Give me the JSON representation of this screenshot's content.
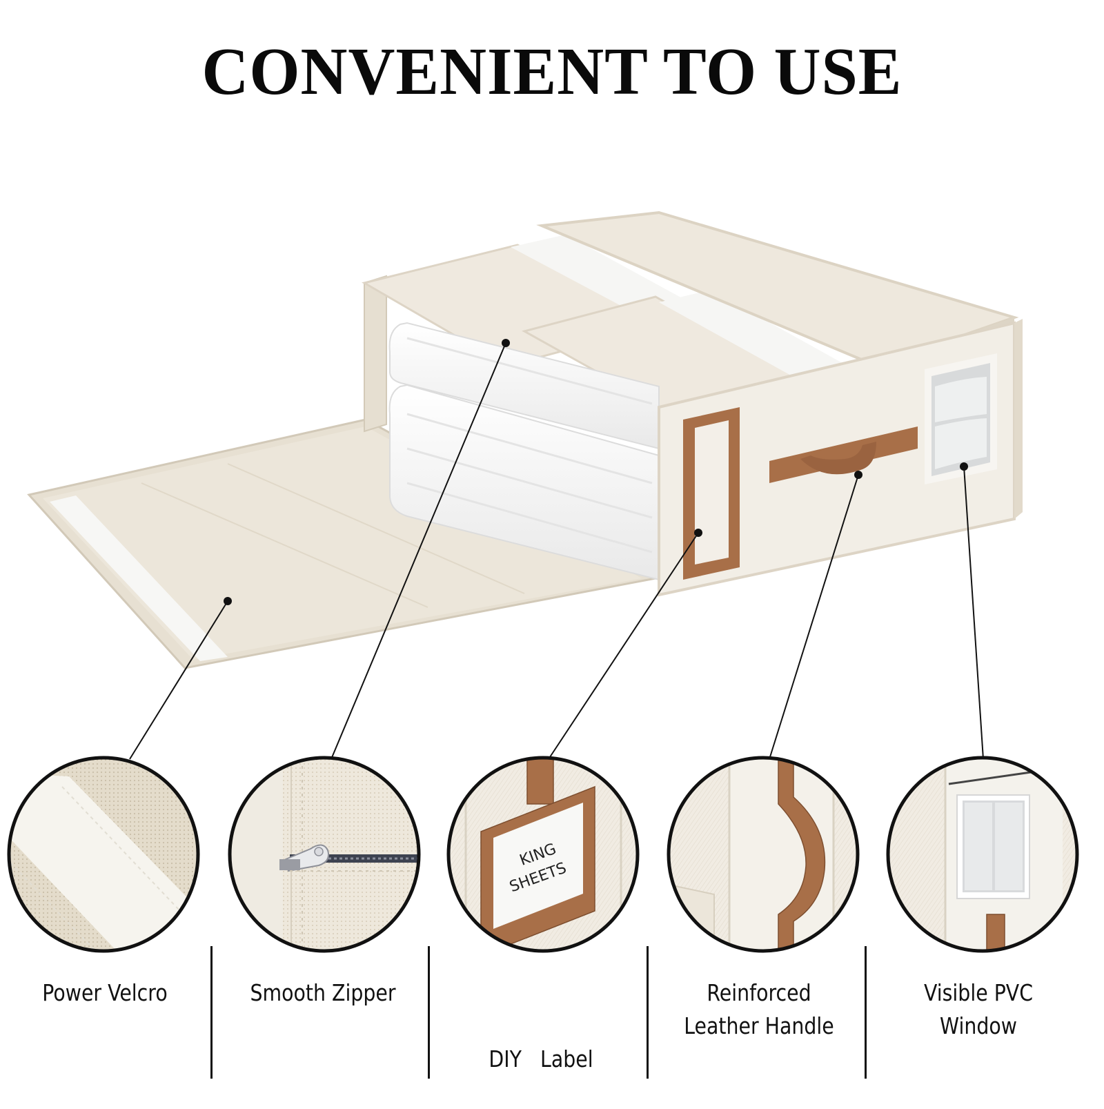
{
  "title": "CONVENIENT TO USE",
  "colors": {
    "fabric": "#ece6da",
    "fabric_light": "#f3efe7",
    "fabric_shadow": "#d9d1c2",
    "velcro": "#f6f6f4",
    "leather": "#a86f48",
    "leather_dark": "#7d4e2f",
    "sheet": "#fbfbfb",
    "outline": "#111111"
  },
  "features": [
    {
      "label_line1": "Power Velcro",
      "label_line2": "",
      "icon": "velcro-icon"
    },
    {
      "label_line1": "Smooth Zipper",
      "label_line2": "",
      "icon": "zipper-icon"
    },
    {
      "label_line1": "DIY   Label",
      "label_line2": "",
      "icon": "label-icon",
      "tag_text_1": "KING",
      "tag_text_2": "SHEETS"
    },
    {
      "label_line1": "Reinforced",
      "label_line2": "Leather Handle",
      "icon": "handle-icon"
    },
    {
      "label_line1": "Visible PVC",
      "label_line2": "Window",
      "icon": "window-icon"
    }
  ]
}
